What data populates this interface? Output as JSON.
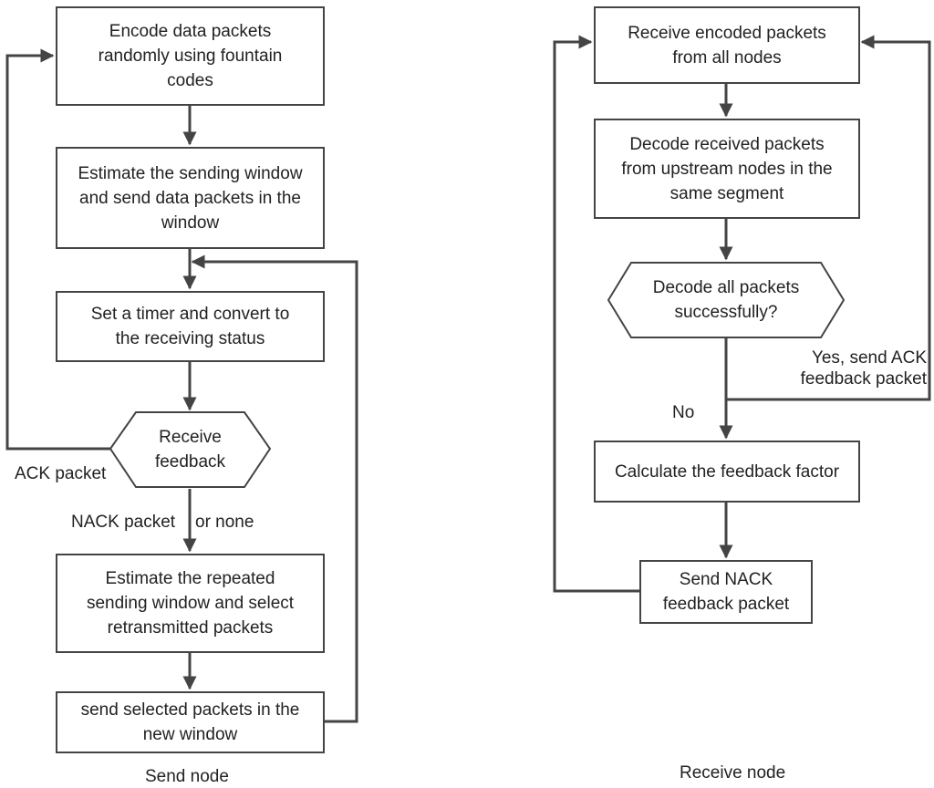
{
  "send_node": {
    "caption": "Send node",
    "steps": {
      "encode": "Encode data packets\nrandomly using fountain\ncodes",
      "estimate": "Estimate the sending window\nand send data packets in the\nwindow",
      "timer": "Set a timer and convert to\nthe receiving status",
      "feedback_decision": "Receive\nfeedback",
      "repeat_window": "Estimate the repeated\nsending window and select\nretransmitted packets",
      "send_selected": "send selected packets in the\nnew window"
    },
    "labels": {
      "ack": "ACK packet",
      "nack": "NACK packet",
      "none": "or none"
    }
  },
  "receive_node": {
    "caption": "Receive node",
    "steps": {
      "receive": "Receive encoded packets\nfrom all nodes",
      "decode": "Decode received packets\nfrom upstream nodes in the\nsame segment",
      "decision": "Decode all packets\nsuccessfully?",
      "calc": "Calculate the feedback factor",
      "send_nack": "Send NACK\nfeedback packet"
    },
    "labels": {
      "yes": "Yes, send ACK\nfeedback packet",
      "no": "No"
    }
  },
  "colors": {
    "line": "#444444",
    "text": "#222222",
    "background": "#ffffff"
  }
}
